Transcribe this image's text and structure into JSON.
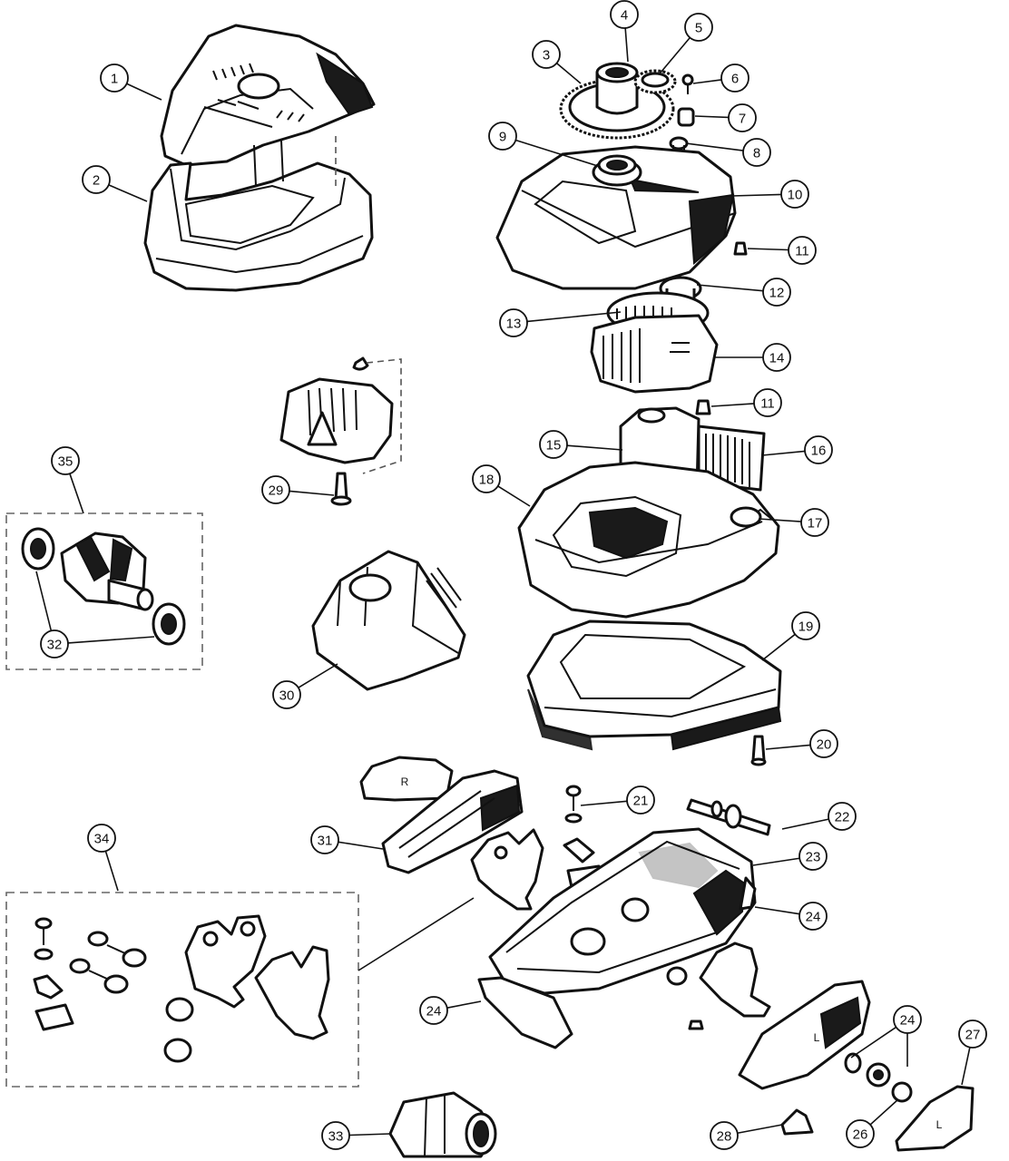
{
  "diagram": {
    "callouts": [
      {
        "id": "c1",
        "label": "1"
      },
      {
        "id": "c2",
        "label": "2"
      },
      {
        "id": "c3",
        "label": "3"
      },
      {
        "id": "c4",
        "label": "4"
      },
      {
        "id": "c5",
        "label": "5"
      },
      {
        "id": "c6",
        "label": "6"
      },
      {
        "id": "c7",
        "label": "7"
      },
      {
        "id": "c8",
        "label": "8"
      },
      {
        "id": "c9",
        "label": "9"
      },
      {
        "id": "c10",
        "label": "10"
      },
      {
        "id": "c11a",
        "label": "11"
      },
      {
        "id": "c12",
        "label": "12"
      },
      {
        "id": "c13",
        "label": "13"
      },
      {
        "id": "c14",
        "label": "14"
      },
      {
        "id": "c11b",
        "label": "11"
      },
      {
        "id": "c15",
        "label": "15"
      },
      {
        "id": "c16",
        "label": "16"
      },
      {
        "id": "c17",
        "label": "17"
      },
      {
        "id": "c18",
        "label": "18"
      },
      {
        "id": "c19",
        "label": "19"
      },
      {
        "id": "c20",
        "label": "20"
      },
      {
        "id": "c21",
        "label": "21"
      },
      {
        "id": "c22",
        "label": "22"
      },
      {
        "id": "c23",
        "label": "23"
      },
      {
        "id": "c24a",
        "label": "24"
      },
      {
        "id": "c24b",
        "label": "24"
      },
      {
        "id": "c24c",
        "label": "24"
      },
      {
        "id": "c26",
        "label": "26"
      },
      {
        "id": "c27",
        "label": "27"
      },
      {
        "id": "c28",
        "label": "28"
      },
      {
        "id": "c29",
        "label": "29"
      },
      {
        "id": "c30",
        "label": "30"
      },
      {
        "id": "c31",
        "label": "31"
      },
      {
        "id": "c32",
        "label": "32"
      },
      {
        "id": "c33",
        "label": "33"
      },
      {
        "id": "c34",
        "label": "34"
      },
      {
        "id": "c35",
        "label": "35"
      }
    ],
    "part_marks": {
      "r_mark": "R",
      "l_mark": "L"
    }
  }
}
